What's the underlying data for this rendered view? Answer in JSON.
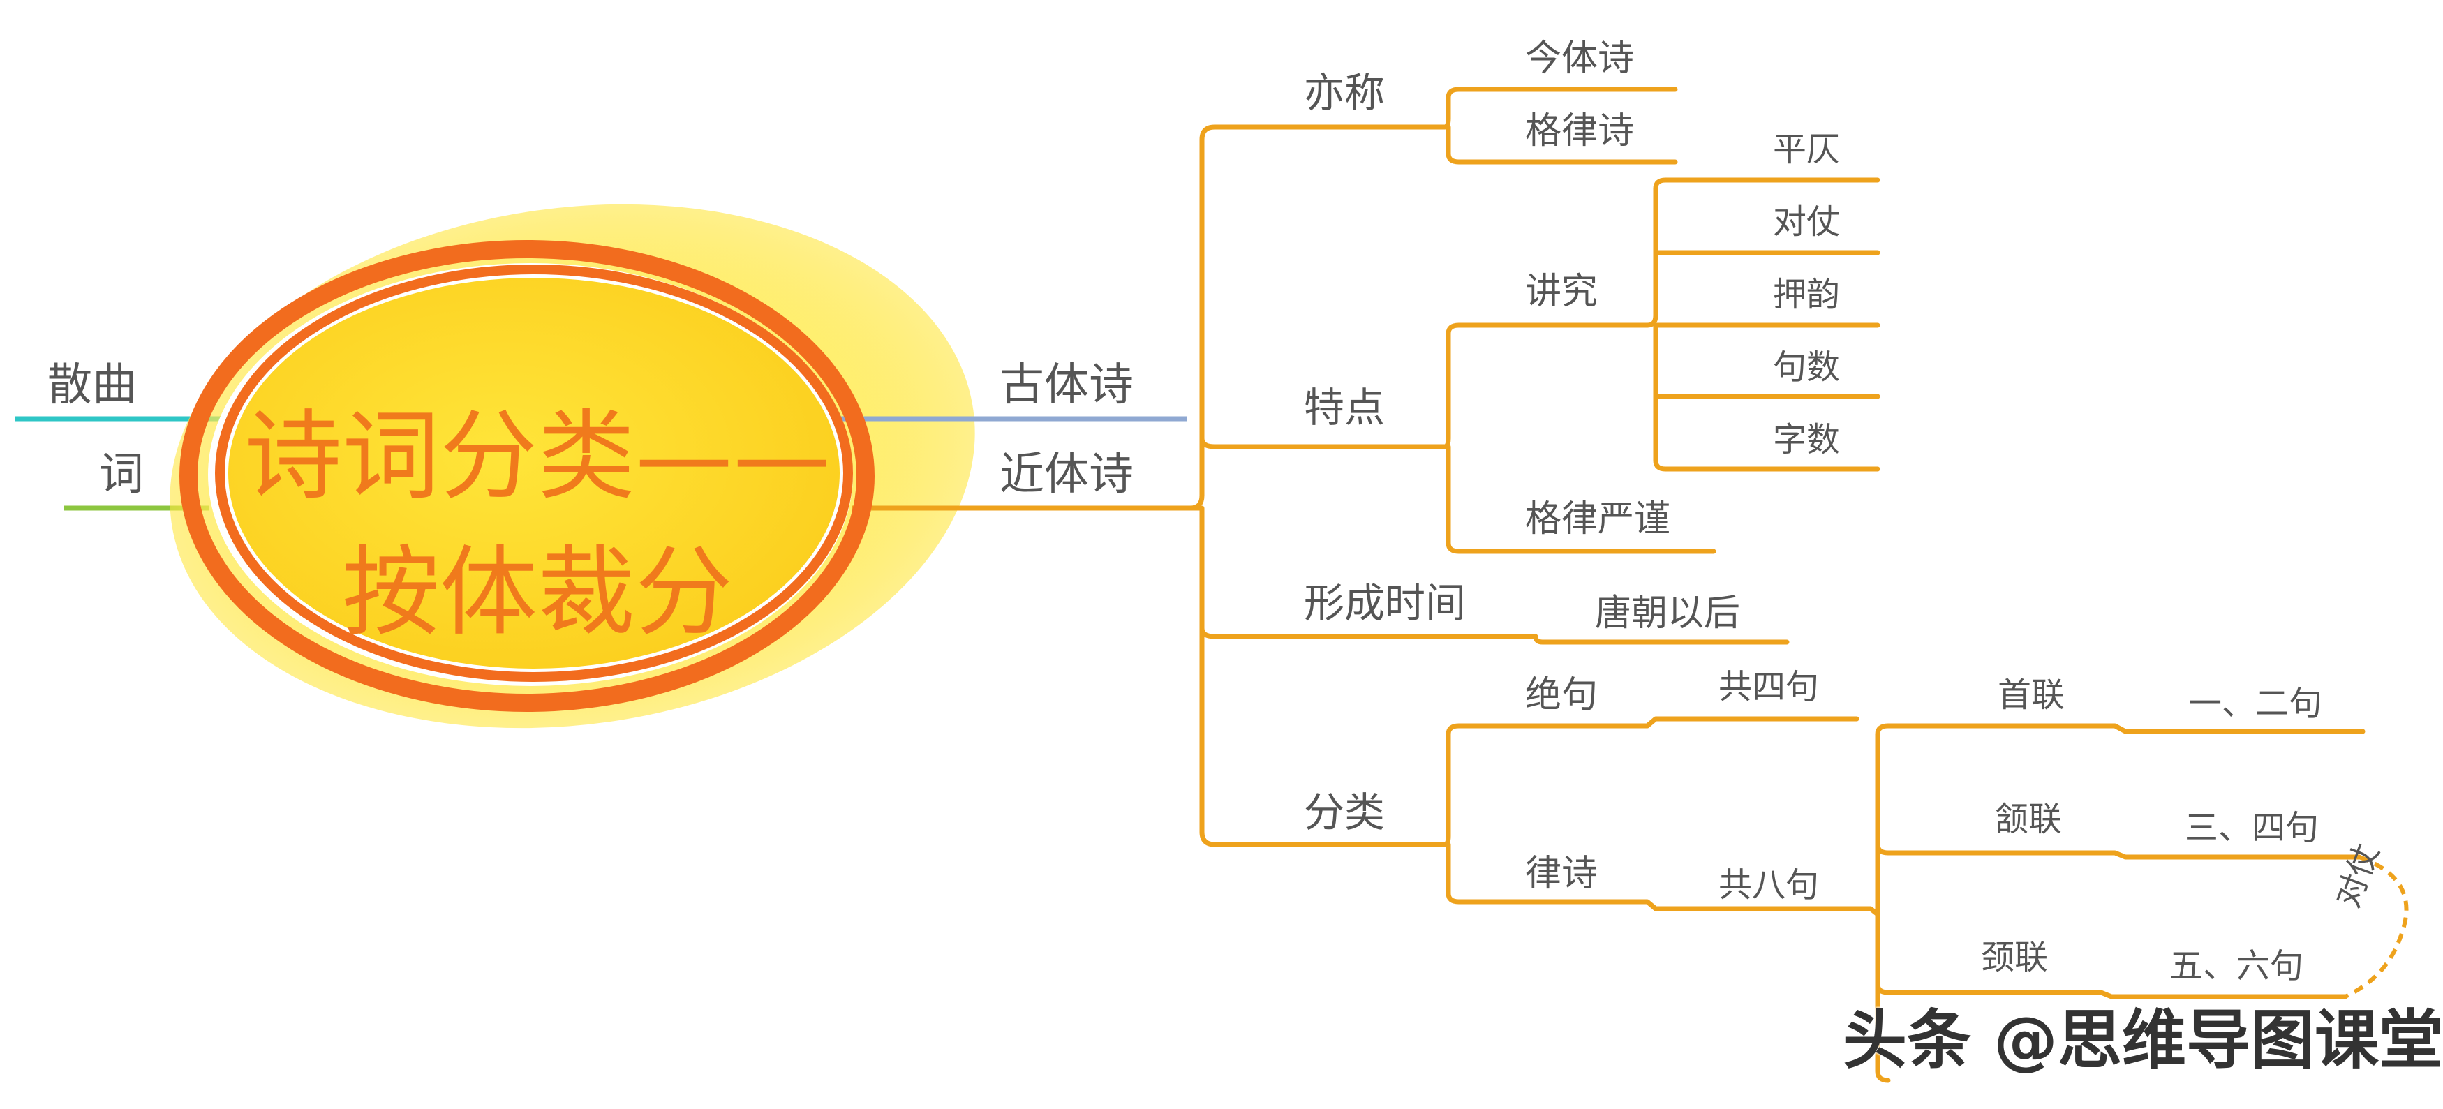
{
  "center": {
    "line1": "诗词分类——",
    "line2": "按体裁分"
  },
  "left_branches": {
    "sanqu": "散曲",
    "ci": "词"
  },
  "right_branches": {
    "guti": "古体诗",
    "jinti": "近体诗"
  },
  "jinti": {
    "yicheng": {
      "label": "亦称",
      "children": [
        "今体诗",
        "格律诗"
      ]
    },
    "tedian": {
      "label": "特点",
      "jiangjiu": {
        "label": "讲究",
        "children": [
          "平仄",
          "对仗",
          "押韵",
          "句数",
          "字数"
        ]
      },
      "gelv": "格律严谨"
    },
    "xingcheng": {
      "label": "形成时间",
      "value": "唐朝以后"
    },
    "fenlei": {
      "label": "分类",
      "jueju": {
        "label": "绝句",
        "value": "共四句"
      },
      "lvshi": {
        "label": "律诗",
        "value": "共八句",
        "lian": [
          {
            "name": "首联",
            "lines": "一、二句"
          },
          {
            "name": "颔联",
            "lines": "三、四句"
          },
          {
            "name": "颈联",
            "lines": "五、六句"
          }
        ],
        "duizhang_note": "对仗"
      }
    }
  },
  "watermark": "头条 @思维导图课堂",
  "colors": {
    "branch": "#eea21c",
    "guti_line": "#8fa8d2",
    "sanqu_line": "#2ec6c6",
    "ci_line": "#8cc63f",
    "center_text": "#f07a1c",
    "ring": "#f26c1e",
    "fill": "#fed72a"
  }
}
